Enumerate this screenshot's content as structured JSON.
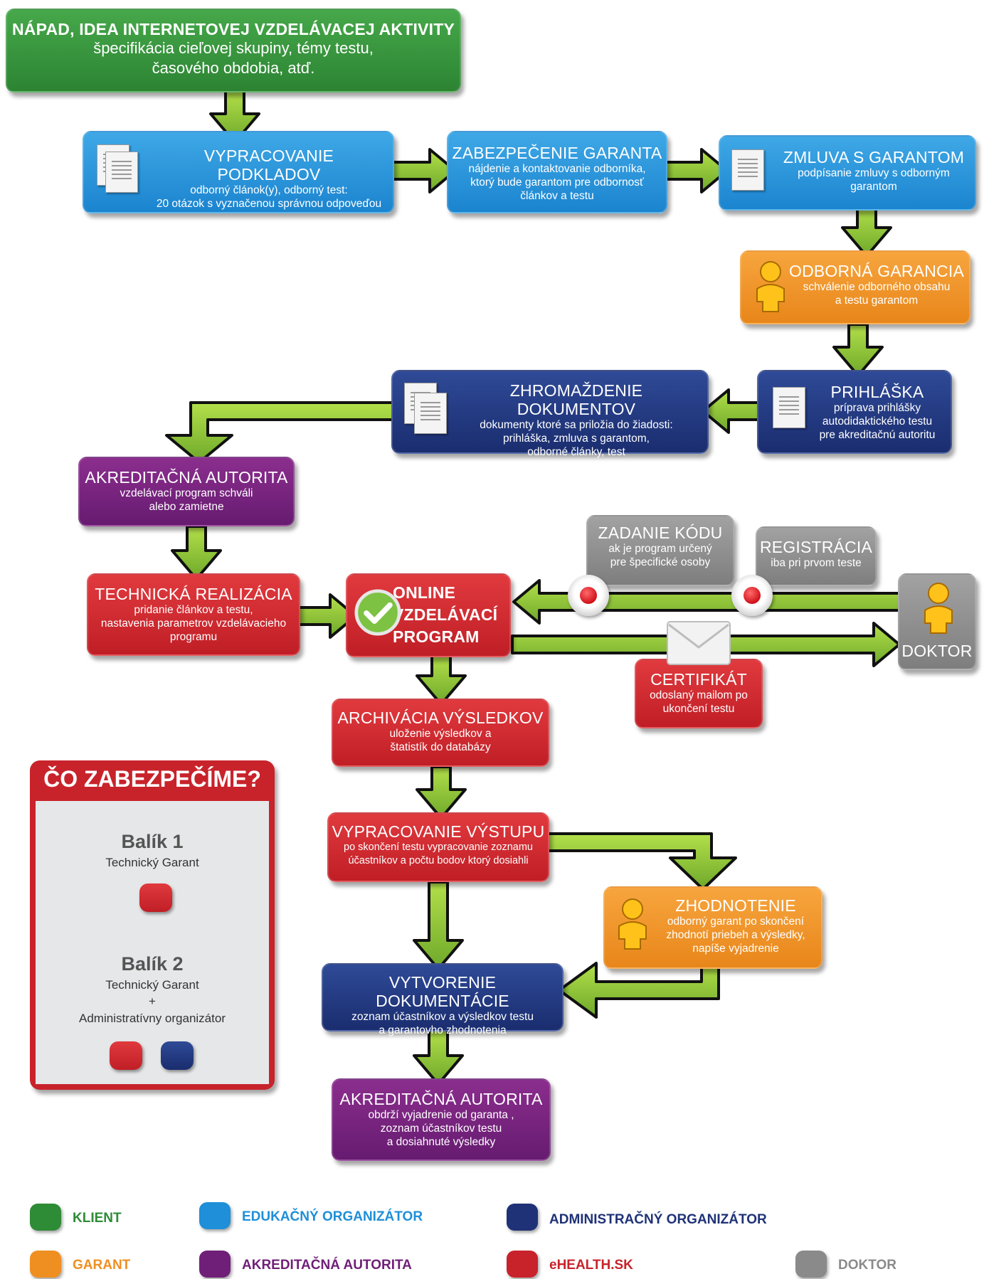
{
  "flow": {
    "idea": {
      "title": "NÁPAD, IDEA INTERNETOVEJ VZDELÁVACEJ AKTIVITY",
      "lines": [
        "špecifikácia cieľovej skupiny, témy testu,",
        "časového obdobia, atď."
      ]
    },
    "podklady": {
      "title": "VYPRACOVANIE PODKLADOV",
      "lines": [
        "odborný článok(y),  odborný test:",
        "20 otázok s vyznačenou správnou odpoveďou"
      ]
    },
    "garant": {
      "title": "ZABEZPEČENIE GARANTA",
      "lines": [
        "nájdenie a kontaktovanie odborníka,",
        "ktorý bude garantom pre odbornosť",
        "článkov a testu"
      ]
    },
    "zmluva": {
      "title": "ZMLUVA S GARANTOM",
      "lines": [
        "podpísanie zmluvy s odborným",
        "garantom"
      ]
    },
    "garancia": {
      "title": "ODBORNÁ GARANCIA",
      "lines": [
        "schválenie odborného obsahu",
        "a testu garantom"
      ]
    },
    "prihlaska": {
      "title": "PRIHLÁŠKA",
      "lines": [
        "príprava prihlášky",
        "autodidaktického testu",
        "pre akreditačnú autoritu"
      ]
    },
    "dokumenty": {
      "title": "ZHROMAŽDENIE DOKUMENTOV",
      "lines": [
        "dokumenty ktoré sa priložia do žiadosti:",
        "prihláška, zmluva s garantom,",
        "odborné články, test"
      ]
    },
    "akreditacia1": {
      "title": "AKREDITAČNÁ AUTORITA",
      "lines": [
        "vzdelávací program schváli",
        "alebo zamietne"
      ]
    },
    "technicka": {
      "title": "TECHNICKÁ REALIZÁCIA",
      "lines": [
        "pridanie článkov a testu,",
        "nastavenia parametrov vzdelávacieho",
        "programu"
      ]
    },
    "online": {
      "lines": [
        "ONLINE",
        "VZDELÁVACÍ",
        "PROGRAM"
      ]
    },
    "kod": {
      "title": "ZADANIE KÓDU",
      "lines": [
        "ak je program určený",
        "pre špecifické osoby"
      ]
    },
    "registracia": {
      "title": "REGISTRÁCIA",
      "lines": [
        "iba pri prvom teste"
      ]
    },
    "doktor": {
      "title": "DOKTOR"
    },
    "certifikat": {
      "title": "CERTIFIKÁT",
      "lines": [
        "odoslaný mailom po",
        "ukončení testu"
      ]
    },
    "archivacia": {
      "title": "ARCHIVÁCIA VÝSLEDKOV",
      "lines": [
        "uloženie výsledkov a",
        "štatistík do databázy"
      ]
    },
    "vystup": {
      "title": "VYPRACOVANIE VÝSTUPU",
      "lines": [
        "po skončení testu vypracovanie zoznamu",
        "účastníkov a počtu bodov ktorý dosiahli"
      ]
    },
    "zhodnotenie": {
      "title": "ZHODNOTENIE",
      "lines": [
        "odborný garant po skončení",
        "zhodnotí priebeh a výsledky,",
        "napíše vyjadrenie"
      ]
    },
    "dokumentacia": {
      "title": "VYTVORENIE DOKUMENTÁCIE",
      "lines": [
        "zoznam účastníkov a výsledkov testu",
        "a garantovho zhodnotenia"
      ]
    },
    "akreditacia2": {
      "title": "AKREDITAČNÁ AUTORITA",
      "lines": [
        "obdrží vyjadrenie od garanta ,",
        "zoznam účastníkov testu",
        "a dosiahnuté výsledky"
      ]
    }
  },
  "panel": {
    "heading": "ČO ZABEZPEČÍME?",
    "package1": {
      "title": "Balík 1",
      "lines": [
        "Technický Garant"
      ]
    },
    "package2": {
      "title": "Balík 2",
      "lines": [
        "Technický Garant",
        "+",
        "Administratívny organizátor"
      ]
    }
  },
  "legend": [
    {
      "label": "KLIENT",
      "color": "#2e8b36"
    },
    {
      "label": "EDUKAČNÝ ORGANIZÁTOR",
      "color": "#1e8fd8"
    },
    {
      "label": "ADMINISTRAČNÝ ORGANIZÁTOR",
      "color": "#1f3277"
    },
    {
      "label": "GARANT",
      "color": "#ef8f22"
    },
    {
      "label": "AKREDITAČNÁ AUTORITA",
      "color": "#6f1f77"
    },
    {
      "label": "eHEALTH.SK",
      "color": "#c8232b"
    },
    {
      "label": "DOKTOR",
      "color": "#8a8a8a"
    }
  ]
}
